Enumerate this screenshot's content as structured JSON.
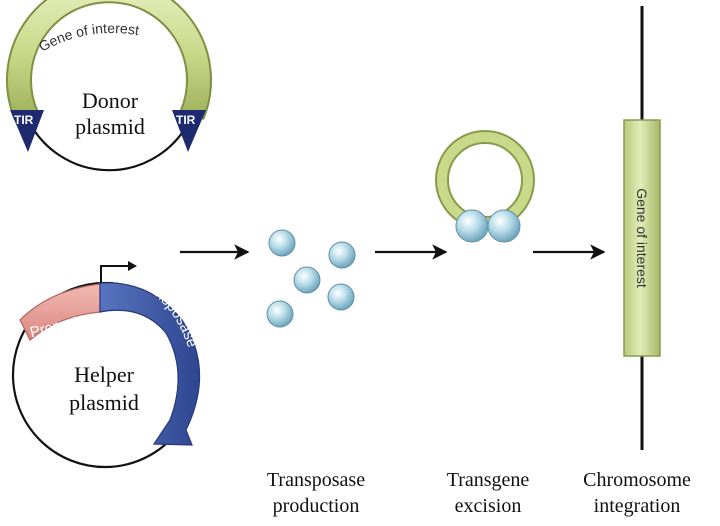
{
  "donor_plasmid": {
    "label_line1": "Donor",
    "label_line2": "plasmid",
    "gene_label": "Gene of interest",
    "tir_left": "TIR",
    "tir_right": "TIR",
    "gene_color": "#c9d98a",
    "tir_color": "#1e2a6e"
  },
  "helper_plasmid": {
    "label_line1": "Helper",
    "label_line2": "plasmid",
    "promoter_label": "Promoter",
    "transposase_label": "transposase",
    "promoter_color": "#e79b94",
    "transposase_color": "#3f5aa8"
  },
  "stages": {
    "transposase_production": [
      "Transposase",
      "production"
    ],
    "transgene_excision": [
      "Transgene",
      "excision"
    ],
    "chromosome_integration": [
      "Chromosome",
      "integration"
    ]
  },
  "chromosome": {
    "gene_label": "Gene of interest"
  },
  "colors": {
    "enzyme": "#a9d3e3",
    "ring": "#c9d98a"
  }
}
